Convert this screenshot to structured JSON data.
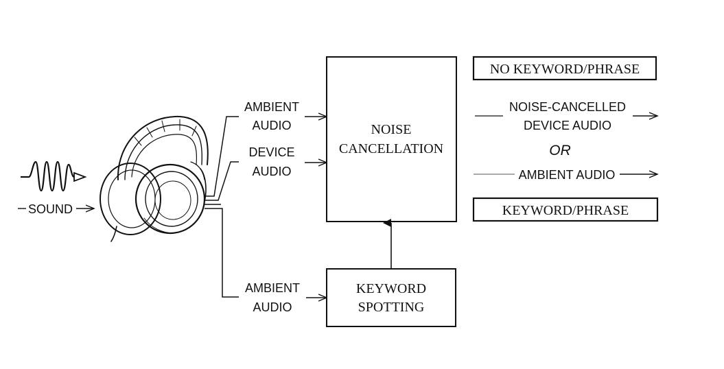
{
  "diagram": {
    "input": {
      "sound_label": "SOUND"
    },
    "inputs_to_nc": {
      "ambient_line1": "AMBIENT",
      "ambient_line2": "AUDIO",
      "device_line1": "DEVICE",
      "device_line2": "AUDIO"
    },
    "input_to_ks": {
      "ambient_line1": "AMBIENT",
      "ambient_line2": "AUDIO"
    },
    "noise_cancellation_box": {
      "line1": "NOISE",
      "line2": "CANCELLATION"
    },
    "keyword_spotting_box": {
      "line1": "KEYWORD",
      "line2": "SPOTTING"
    },
    "outputs": {
      "no_keyword_label": "NO KEYWORD/PHRASE",
      "nc_device_line1": "NOISE-CANCELLED",
      "nc_device_line2": "DEVICE AUDIO",
      "or_label": "OR",
      "ambient_out_label": "AMBIENT AUDIO",
      "keyword_label": "KEYWORD/PHRASE"
    }
  }
}
